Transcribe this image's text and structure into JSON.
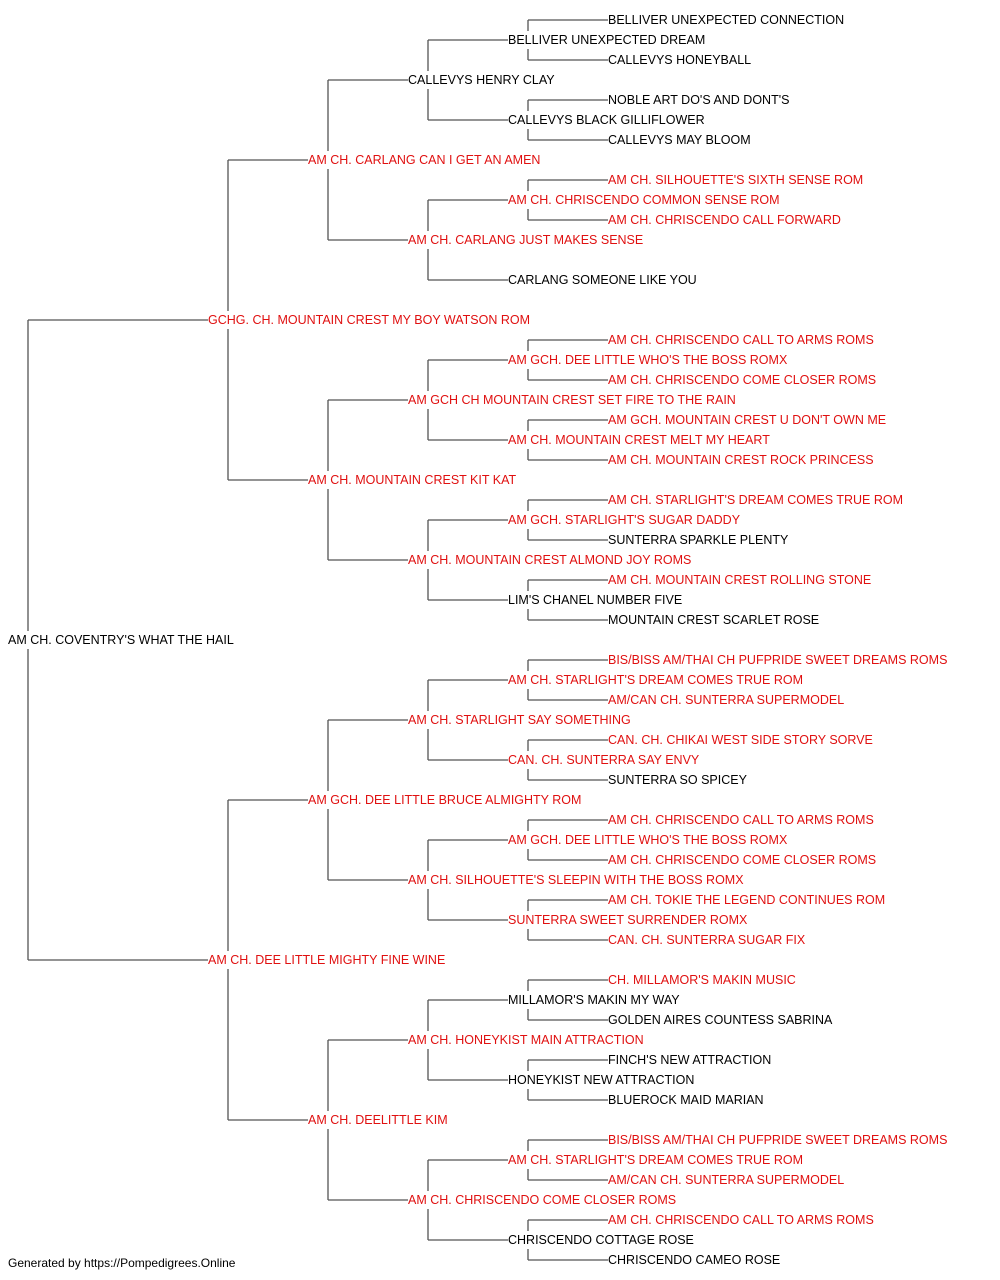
{
  "colors": {
    "titled": "#e01010",
    "plain": "#000000",
    "line": "#555555"
  },
  "footer": "Generated by https://Pompedigrees.Online",
  "pedigree": {
    "name": "AM CH. COVENTRY'S WHAT THE HAIL",
    "titled": false,
    "sire": {
      "name": "GCHG. CH. MOUNTAIN CREST MY BOY WATSON ROM",
      "titled": true,
      "sire": {
        "name": "AM CH. CARLANG CAN I GET AN AMEN",
        "titled": true,
        "sire": {
          "name": "CALLEVYS HENRY CLAY",
          "titled": false,
          "sire": {
            "name": "BELLIVER UNEXPECTED DREAM",
            "titled": false,
            "sire": {
              "name": "BELLIVER UNEXPECTED CONNECTION",
              "titled": false
            },
            "dam": {
              "name": "CALLEVYS HONEYBALL",
              "titled": false
            }
          },
          "dam": {
            "name": "CALLEVYS BLACK GILLIFLOWER",
            "titled": false,
            "sire": {
              "name": "NOBLE ART DO'S AND DONT'S",
              "titled": false
            },
            "dam": {
              "name": "CALLEVYS MAY BLOOM",
              "titled": false
            }
          }
        },
        "dam": {
          "name": "AM CH. CARLANG JUST MAKES SENSE",
          "titled": true,
          "sire": {
            "name": "AM CH. CHRISCENDO COMMON SENSE ROM",
            "titled": true,
            "sire": {
              "name": "AM CH. SILHOUETTE'S SIXTH SENSE ROM",
              "titled": true
            },
            "dam": {
              "name": "AM CH. CHRISCENDO CALL FORWARD",
              "titled": true
            }
          },
          "dam": {
            "name": "CARLANG SOMEONE LIKE YOU",
            "titled": false
          }
        }
      },
      "dam": {
        "name": "AM CH. MOUNTAIN CREST KIT KAT",
        "titled": true,
        "sire": {
          "name": "AM GCH CH MOUNTAIN CREST SET FIRE TO THE RAIN",
          "titled": true,
          "sire": {
            "name": "AM GCH. DEE LITTLE WHO'S THE BOSS ROMX",
            "titled": true,
            "sire": {
              "name": "AM CH. CHRISCENDO CALL TO ARMS ROMS",
              "titled": true
            },
            "dam": {
              "name": "AM CH. CHRISCENDO COME CLOSER ROMS",
              "titled": true
            }
          },
          "dam": {
            "name": "AM CH. MOUNTAIN CREST MELT MY HEART",
            "titled": true,
            "sire": {
              "name": "AM GCH. MOUNTAIN CREST U DON'T OWN ME",
              "titled": true
            },
            "dam": {
              "name": "AM CH. MOUNTAIN CREST ROCK PRINCESS",
              "titled": true
            }
          }
        },
        "dam": {
          "name": "AM CH. MOUNTAIN CREST ALMOND JOY ROMS",
          "titled": true,
          "sire": {
            "name": "AM GCH. STARLIGHT'S SUGAR DADDY",
            "titled": true,
            "sire": {
              "name": "AM CH. STARLIGHT'S DREAM COMES TRUE ROM",
              "titled": true
            },
            "dam": {
              "name": "SUNTERRA SPARKLE PLENTY",
              "titled": false
            }
          },
          "dam": {
            "name": "LIM'S CHANEL NUMBER FIVE",
            "titled": false,
            "sire": {
              "name": "AM CH. MOUNTAIN CREST ROLLING STONE",
              "titled": true
            },
            "dam": {
              "name": "MOUNTAIN CREST SCARLET ROSE",
              "titled": false
            }
          }
        }
      }
    },
    "dam": {
      "name": "AM CH. DEE LITTLE MIGHTY FINE WINE",
      "titled": true,
      "sire": {
        "name": "AM GCH. DEE LITTLE BRUCE ALMIGHTY ROM",
        "titled": true,
        "sire": {
          "name": "AM CH. STARLIGHT SAY SOMETHING",
          "titled": true,
          "sire": {
            "name": "AM CH. STARLIGHT'S DREAM COMES TRUE ROM",
            "titled": true,
            "sire": {
              "name": "BIS/BISS AM/THAI CH PUFPRIDE SWEET DREAMS ROMS",
              "titled": true
            },
            "dam": {
              "name": "AM/CAN CH. SUNTERRA SUPERMODEL",
              "titled": true
            }
          },
          "dam": {
            "name": "CAN. CH. SUNTERRA SAY ENVY",
            "titled": true,
            "sire": {
              "name": "CAN. CH. CHIKAI WEST SIDE STORY SORVE",
              "titled": true
            },
            "dam": {
              "name": "SUNTERRA SO SPICEY",
              "titled": false
            }
          }
        },
        "dam": {
          "name": "AM CH. SILHOUETTE'S SLEEPIN WITH THE BOSS ROMX",
          "titled": true,
          "sire": {
            "name": "AM GCH. DEE LITTLE WHO'S THE BOSS ROMX",
            "titled": true,
            "sire": {
              "name": "AM CH. CHRISCENDO CALL TO ARMS ROMS",
              "titled": true
            },
            "dam": {
              "name": "AM CH. CHRISCENDO COME CLOSER ROMS",
              "titled": true
            }
          },
          "dam": {
            "name": "SUNTERRA SWEET SURRENDER ROMX",
            "titled": true,
            "sire": {
              "name": "AM CH. TOKIE THE LEGEND CONTINUES ROM",
              "titled": true
            },
            "dam": {
              "name": "CAN. CH. SUNTERRA SUGAR FIX",
              "titled": true
            }
          }
        }
      },
      "dam": {
        "name": "AM CH. DEELITTLE KIM",
        "titled": true,
        "sire": {
          "name": "AM CH. HONEYKIST MAIN ATTRACTION",
          "titled": true,
          "sire": {
            "name": "MILLAMOR'S MAKIN MY WAY",
            "titled": false,
            "sire": {
              "name": "CH. MILLAMOR'S MAKIN MUSIC",
              "titled": true
            },
            "dam": {
              "name": "GOLDEN AIRES COUNTESS SABRINA",
              "titled": false
            }
          },
          "dam": {
            "name": "HONEYKIST NEW ATTRACTION",
            "titled": false,
            "sire": {
              "name": "FINCH'S NEW ATTRACTION",
              "titled": false
            },
            "dam": {
              "name": "BLUEROCK MAID MARIAN",
              "titled": false
            }
          }
        },
        "dam": {
          "name": "AM CH. CHRISCENDO COME CLOSER ROMS",
          "titled": true,
          "sire": {
            "name": "AM CH. STARLIGHT'S DREAM COMES TRUE ROM",
            "titled": true,
            "sire": {
              "name": "BIS/BISS AM/THAI CH PUFPRIDE SWEET DREAMS ROMS",
              "titled": true
            },
            "dam": {
              "name": "AM/CAN CH. SUNTERRA SUPERMODEL",
              "titled": true
            }
          },
          "dam": {
            "name": "CHRISCENDO COTTAGE ROSE",
            "titled": false,
            "sire": {
              "name": "AM CH. CHRISCENDO CALL TO ARMS ROMS",
              "titled": true
            },
            "dam": {
              "name": "CHRISCENDO CAMEO ROSE",
              "titled": false
            }
          }
        }
      }
    }
  }
}
